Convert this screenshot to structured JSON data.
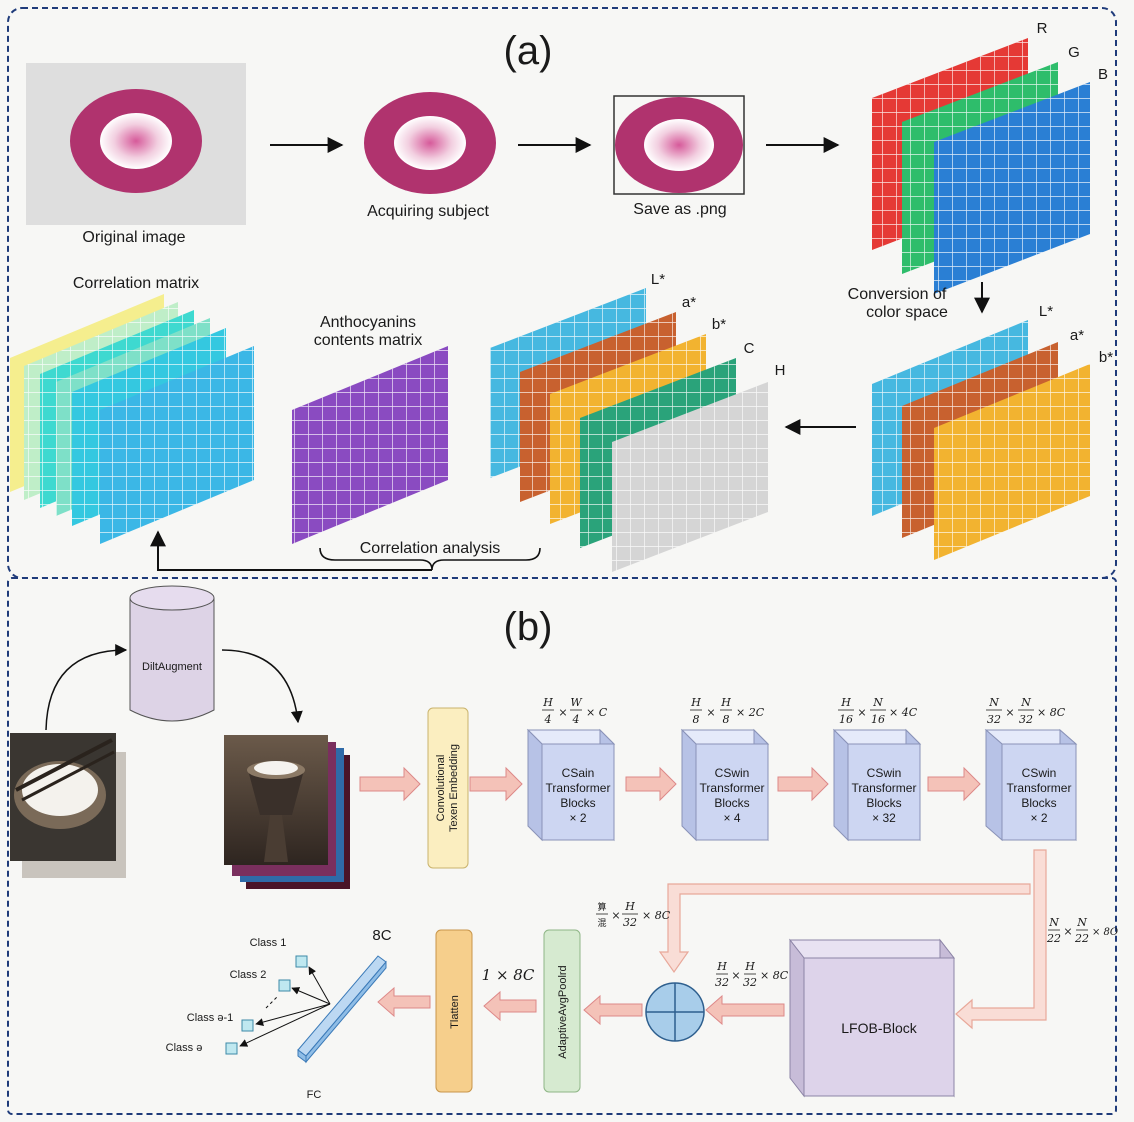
{
  "panel_a": {
    "label": "(a)",
    "original_image": "Original image",
    "acquiring_subject": "Acquiring subject",
    "save_png": "Save as .png",
    "rgb": [
      "R",
      "G",
      "B"
    ],
    "conversion": [
      "Conversion of",
      "color space"
    ],
    "lab_stack": [
      "L*",
      "a*",
      "b*"
    ],
    "lab_ch_stack": [
      "L*",
      "a*",
      "b*",
      "C",
      "H"
    ],
    "anthocyanins": [
      "Anthocyanins",
      "contents matrix"
    ],
    "correlation_matrix": "Correlation matrix",
    "correlation_analysis": "Correlation analysis"
  },
  "panel_b": {
    "label": "(b)",
    "database": "DiltAugment",
    "embedding": [
      "Convolutional",
      "Texen Embedding"
    ],
    "stages": [
      {
        "dim": "H/4 × W/4 × C",
        "lines": [
          "CSain",
          "Transformer",
          "Blocks",
          "× 2"
        ]
      },
      {
        "dim": "H/8 × H/8 × 2C",
        "lines": [
          "CSwin",
          "Transformer",
          "Blocks",
          "× 4"
        ]
      },
      {
        "dim": "H/16 × N/16 × 4C",
        "lines": [
          "CSwin",
          "Transformer",
          "Blocks",
          "× 32"
        ]
      },
      {
        "dim": "N/32 × N/32 × 8C",
        "lines": [
          "CSwin",
          "Transformer",
          "Blocks",
          "× 2"
        ]
      }
    ],
    "dims": {
      "stage1": {
        "a": "H",
        "a2": "4",
        "b": "W",
        "b2": "4",
        "c": "× C"
      },
      "stage2": {
        "a": "H",
        "a2": "8",
        "b": "H",
        "b2": "8",
        "c": "× 2C"
      },
      "stage3": {
        "a": "H",
        "a2": "16",
        "b": "N",
        "b2": "16",
        "c": "× 4C"
      },
      "stage4": {
        "a": "N",
        "a2": "32",
        "b": "N",
        "b2": "32",
        "c": "× 8C"
      },
      "skip": {
        "a": "算",
        "a2": "混",
        "b": "H",
        "b2": "32",
        "c": "× 8C"
      },
      "side": {
        "a": "N",
        "a2": "22",
        "b": "N",
        "b2": "22",
        "c": "× 8O"
      },
      "merge": {
        "a": "H",
        "a2": "32",
        "b": "H",
        "b2": "32",
        "c": "× 8C"
      }
    },
    "lfob": "LFOB-Block",
    "avgpool": "AdaptiveAvgPoolrd",
    "flatten": "Tlatten",
    "vec": "1 × 8C",
    "fc_width": "8C",
    "fc": "FC",
    "classes": [
      "Class 1",
      "Class 2",
      "Class ə-1",
      "Class ə"
    ]
  },
  "colors": {
    "frame": "#1f3b7a",
    "donut": "#b0336e",
    "red": "#e53935",
    "green": "#2ebd6b",
    "blue": "#2a7fd4",
    "cyan": "#46b8e0",
    "brown": "#c8612f",
    "orange": "#f2b330",
    "teal": "#2aa37a",
    "gray": "#d5d5d5",
    "purple": "#8a4bc1",
    "block": "#cdd6f2",
    "arrow": "#f4c2b8"
  }
}
